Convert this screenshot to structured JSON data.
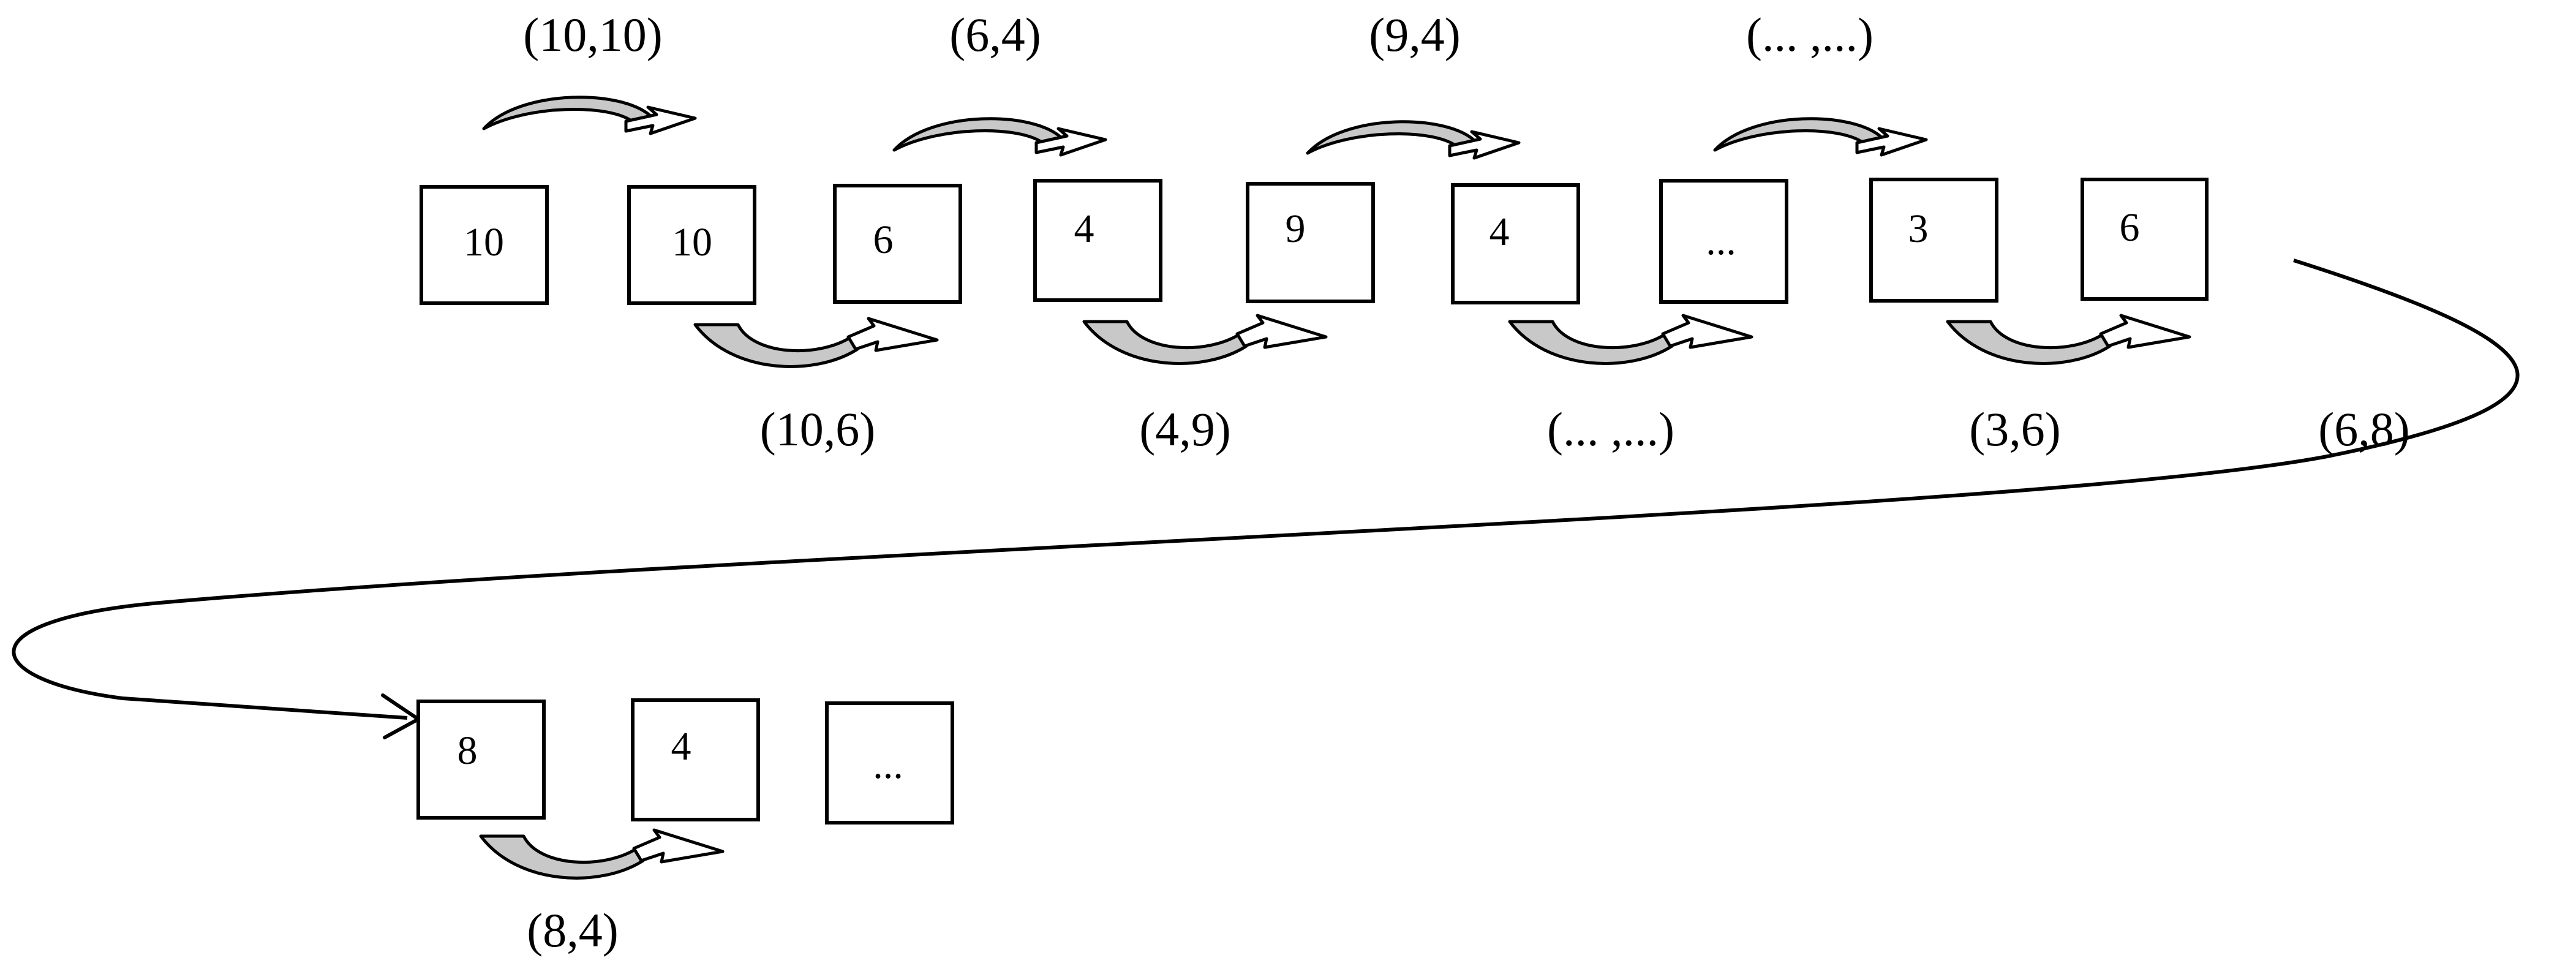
{
  "diagram": {
    "boxes": [
      {
        "id": "b1",
        "value": "10"
      },
      {
        "id": "b2",
        "value": "10"
      },
      {
        "id": "b3",
        "value": "6"
      },
      {
        "id": "b4",
        "value": "4"
      },
      {
        "id": "b5",
        "value": "9"
      },
      {
        "id": "b6",
        "value": "4"
      },
      {
        "id": "b7",
        "value": "..."
      },
      {
        "id": "b8",
        "value": "3"
      },
      {
        "id": "b9",
        "value": "6"
      },
      {
        "id": "b10",
        "value": "8"
      },
      {
        "id": "b11",
        "value": "4"
      },
      {
        "id": "b12",
        "value": "..."
      }
    ],
    "pairs": [
      {
        "from": "b1",
        "to": "b2",
        "label": "(10,10)"
      },
      {
        "from": "b2",
        "to": "b3",
        "label": "(10,6)"
      },
      {
        "from": "b3",
        "to": "b4",
        "label": "(6,4)"
      },
      {
        "from": "b4",
        "to": "b5",
        "label": "(4,9)"
      },
      {
        "from": "b5",
        "to": "b6",
        "label": "(9,4)"
      },
      {
        "from": "b6",
        "to": "b7",
        "label": "(... ,...)"
      },
      {
        "from": "b7",
        "to": "b8",
        "label": "(... ,...)"
      },
      {
        "from": "b8",
        "to": "b9",
        "label": "(3,6)"
      },
      {
        "from": "b9",
        "to": "b10",
        "label": "(6,8)"
      },
      {
        "from": "b10",
        "to": "b11",
        "label": "(8,4)"
      }
    ]
  }
}
